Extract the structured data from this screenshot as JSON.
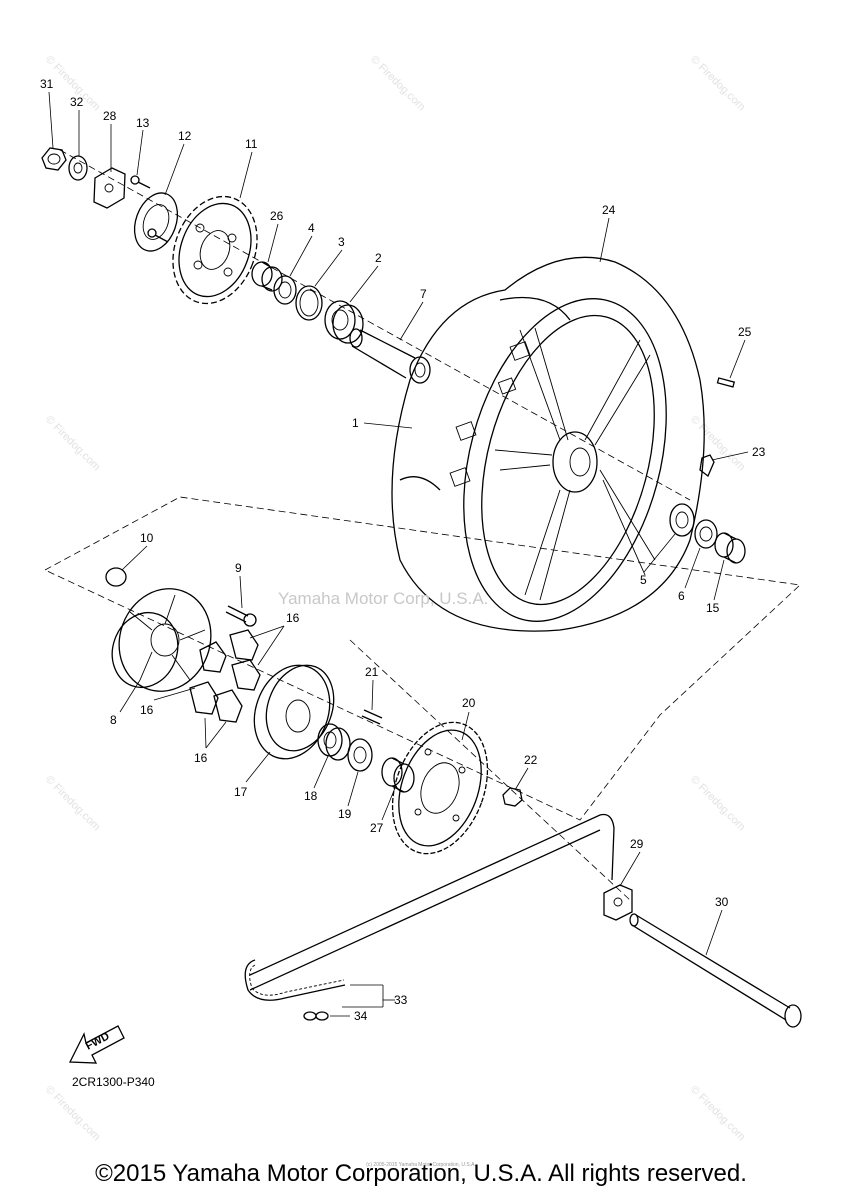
{
  "callouts": [
    "31",
    "32",
    "28",
    "13",
    "12",
    "11",
    "26",
    "4",
    "3",
    "2",
    "7",
    "24",
    "25",
    "1",
    "23",
    "5",
    "6",
    "15",
    "10",
    "9",
    "16",
    "16",
    "16",
    "8",
    "21",
    "20",
    "22",
    "17",
    "18",
    "19",
    "27",
    "29",
    "30",
    "33",
    "34"
  ],
  "center_watermark": "Yamaha Motor Corp, U.S.A.",
  "site_watermark": "© Firedog.com",
  "diagram_code": "2CR1300-P340",
  "fwd_label": "FWD",
  "tiny_notice": "(c) 2005-2015 Yamaha Motor Corporation, U.S.A.",
  "copyright": "©2015 Yamaha Motor Corporation, U.S.A. All rights reserved."
}
